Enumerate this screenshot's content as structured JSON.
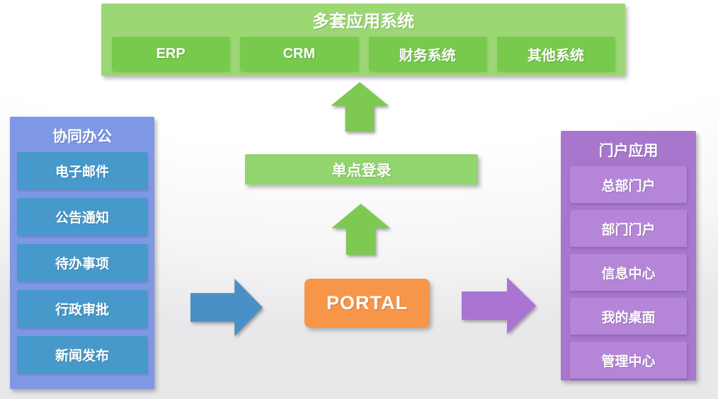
{
  "colors": {
    "apps_box_bg": "#9bd874",
    "apps_item_bg": "#77ca4c",
    "sso_bar_bg": "#92d46d",
    "green_arrow": "#7ec952",
    "left_panel_bg": "#7e98e6",
    "left_item_bg": "#4799cb",
    "blue_arrow": "#4890c6",
    "portal_bg": "#f79549",
    "purple_arrow": "#a974d2",
    "right_panel_bg": "#a876cd",
    "right_item_bg": "#b586d8",
    "text": "#ffffff"
  },
  "apps_box": {
    "title": "多套应用系统",
    "items": [
      "ERP",
      "CRM",
      "财务系统",
      "其他系统"
    ]
  },
  "sso": {
    "label": "单点登录"
  },
  "portal": {
    "label": "PORTAL"
  },
  "left_panel": {
    "title": "协同办公",
    "items": [
      "电子邮件",
      "公告通知",
      "待办事项",
      "行政审批",
      "新闻发布"
    ]
  },
  "right_panel": {
    "title": "门户应用",
    "items": [
      "总部门户",
      "部门门户",
      "信息中心",
      "我的桌面",
      "管理中心"
    ]
  },
  "icons": {
    "up_arrow": "block-arrow-up",
    "right_arrow": "block-arrow-right"
  }
}
